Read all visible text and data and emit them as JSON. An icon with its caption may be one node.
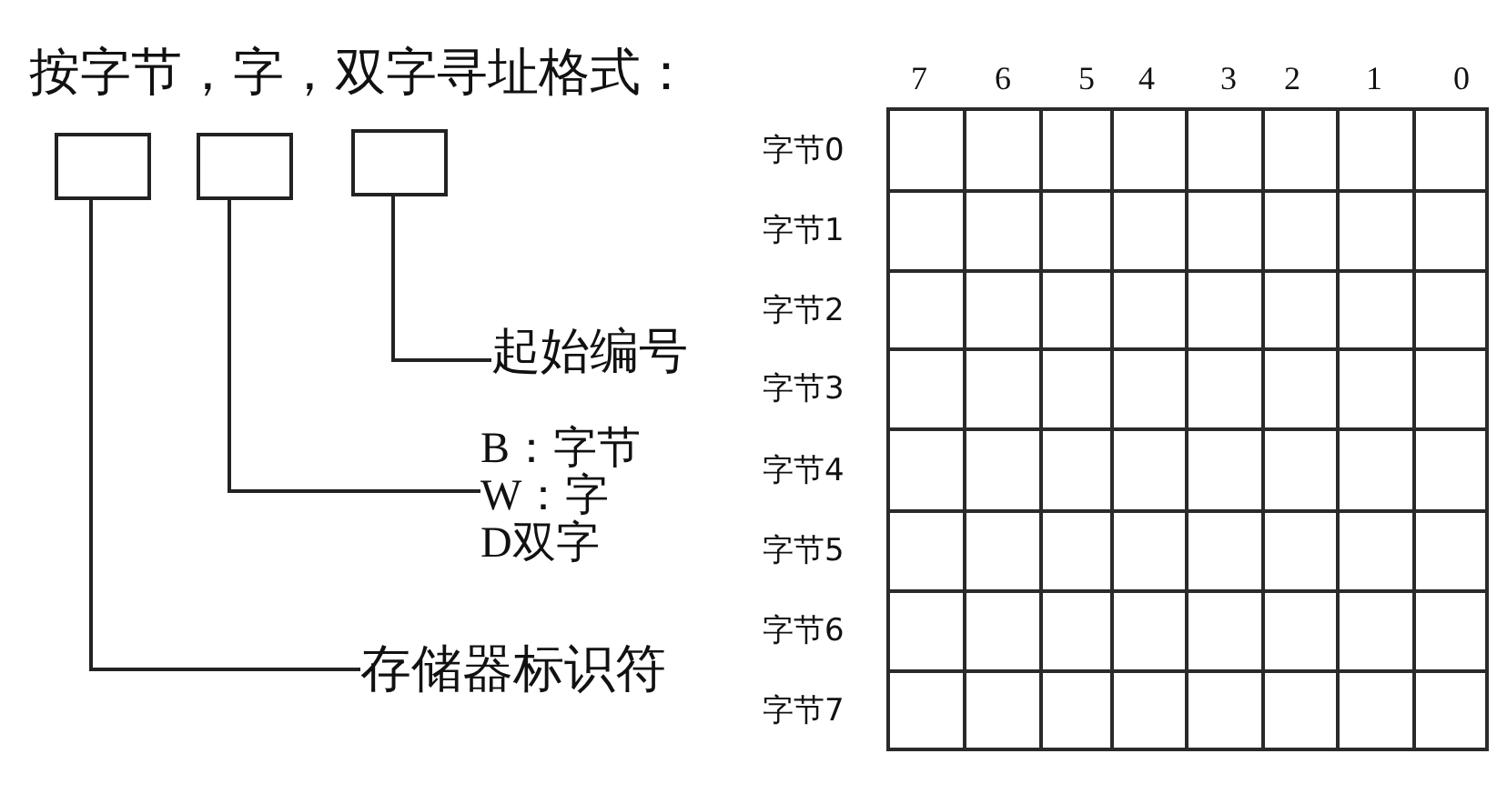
{
  "diagram": {
    "title": "按字节，字，双字寻址格式：",
    "nodes": [
      {
        "text": [],
        "shape": "box"
      },
      {
        "text": [],
        "shape": "box"
      },
      {
        "text": [],
        "shape": "box"
      },
      {
        "text": [
          "起始编号"
        ]
      },
      {
        "text": [
          "B：字节",
          "W：字",
          "D双字"
        ]
      },
      {
        "text": [
          "存储器标识符"
        ]
      }
    ],
    "edges": [
      {
        "from": 3,
        "to": 2,
        "arrow": "none"
      },
      {
        "from": 4,
        "to": 1,
        "arrow": "none"
      },
      {
        "from": 5,
        "to": 0,
        "arrow": "none"
      }
    ],
    "labels": [
      "7",
      "6",
      "5",
      "4",
      "3",
      "2",
      "1",
      "0",
      "字节0",
      "字节1",
      "字节2",
      "字节3",
      "字节4",
      "字节5",
      "字节6",
      "字节7"
    ]
  }
}
